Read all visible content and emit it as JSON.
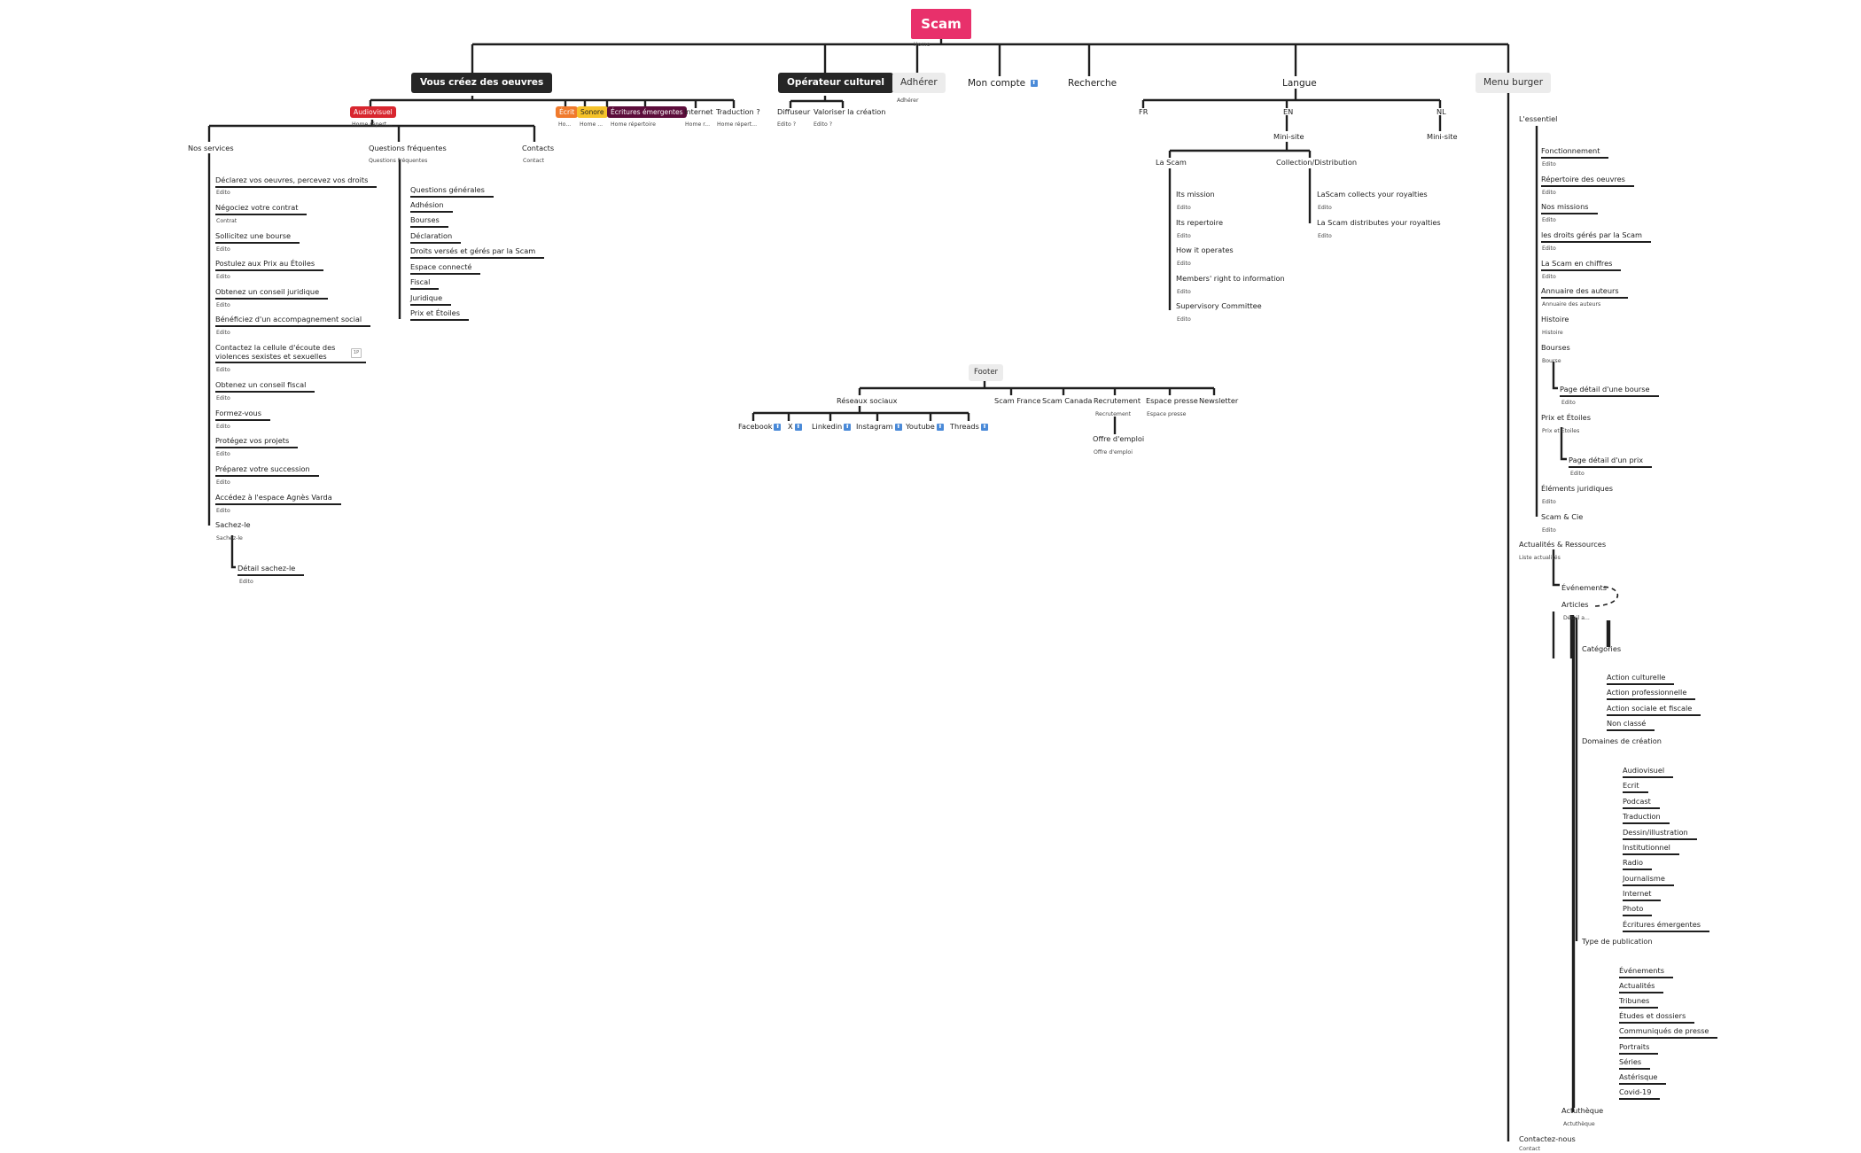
{
  "root": {
    "label": "Scam",
    "sub": "Home"
  },
  "top": {
    "vous": "Vous créez des oeuvres",
    "operateur": "Opérateur culturel",
    "adherer": "Adhérer",
    "adherer_sub": "Adhérer",
    "compte": "Mon compte",
    "recherche": "Recherche",
    "langue": "Langue",
    "burger": "Menu burger"
  },
  "ext_icon": "⬆",
  "vous": {
    "audiovisuel": "Audiovisuel",
    "audiovisuel_sub": "Home répert...",
    "ecrit": "Écrit",
    "ecrit_sub": "Ho...",
    "sonore": "Sonore",
    "sonore_sub": "Home ...",
    "emergentes": "Écritures émergentes",
    "emergentes_sub": "Home répertoire",
    "internet": "Internet",
    "internet_sub": "Home r...",
    "traduction": "Traduction ?",
    "traduction_sub": "Home répert...",
    "nos_services": "Nos services",
    "services": [
      {
        "label": "Déclarez vos oeuvres, percevez vos droits",
        "sub": "Edito"
      },
      {
        "label": "Négociez votre contrat",
        "sub": "Contrat"
      },
      {
        "label": "Sollicitez une bourse",
        "sub": "Edito"
      },
      {
        "label": "Postulez aux Prix au Étoiles",
        "sub": "Edito"
      },
      {
        "label": "Obtenez un conseil juridique",
        "sub": "Edito"
      },
      {
        "label": "Bénéficiez d'un accompagnement social",
        "sub": "Edito"
      },
      {
        "label": "Contactez la cellule d'écoute des violences sexistes et sexuelles",
        "sub": "Edito"
      },
      {
        "label": "Obtenez un conseil fiscal",
        "sub": "Edito"
      },
      {
        "label": "Formez-vous",
        "sub": "Edito"
      },
      {
        "label": "Protégez vos projets",
        "sub": "Edito"
      },
      {
        "label": "Préparez votre succession",
        "sub": "Edito"
      },
      {
        "label": "Accédez à l'espace Agnès Varda",
        "sub": "Edito"
      },
      {
        "label": "Sachez-le",
        "sub": "Sachez-le"
      }
    ],
    "badge": "1P",
    "detail_sachez": "Détail sachez-le",
    "detail_sachez_sub": "Edito",
    "questions": "Questions fréquentes",
    "questions_sub": "Questions fréquentes",
    "faq": [
      "Questions générales",
      "Adhésion",
      "Bourses",
      "Déclaration",
      "Droits versés et gérés par la Scam",
      "Espace connecté",
      "Fiscal",
      "Juridique",
      "Prix et Étoiles"
    ],
    "contacts": "Contacts",
    "contacts_sub": "Contact"
  },
  "operateur": {
    "diffuseur": "Diffuseur",
    "diffuseur_sub": "Edito ?",
    "valoriser": "Valoriser la création",
    "valoriser_sub": "Edito ?"
  },
  "langue": {
    "fr": "FR",
    "en": "EN",
    "nl": "NL",
    "minisite": "Mini-site",
    "minisite_nl": "Mini-site",
    "lascam": "La Scam",
    "lascam_items": [
      {
        "label": "Its mission",
        "sub": "Edito"
      },
      {
        "label": "Its repertoire",
        "sub": "Edito"
      },
      {
        "label": "How it operates",
        "sub": "Edito"
      },
      {
        "label": "Members' right to information",
        "sub": "Edito"
      },
      {
        "label": "Supervisory Committee",
        "sub": "Edito"
      }
    ],
    "collection": "Collection/Distribution",
    "collection_items": [
      {
        "label": "LaScam collects your royalties",
        "sub": "Edito"
      },
      {
        "label": "La Scam distributes your royalties",
        "sub": "Edito"
      }
    ]
  },
  "footer": {
    "label": "Footer",
    "reseaux": "Réseaux sociaux",
    "social": [
      "Facebook",
      "X",
      "Linkedin",
      "Instagram",
      "Youtube",
      "Threads"
    ],
    "scam_france": "Scam France",
    "scam_canada": "Scam Canada",
    "recrutement": "Recrutement",
    "recrutement_sub": "Recrutement",
    "offre": "Offre d'emploi",
    "offre_sub": "Offre d'emploi",
    "espace": "Espace presse",
    "espace_sub": "Espace presse",
    "newsletter": "Newsletter"
  },
  "burger": {
    "essentiel": "L'essentiel",
    "ess_items": [
      {
        "label": "Fonctionnement",
        "sub": "Edito"
      },
      {
        "label": "Répertoire des oeuvres",
        "sub": "Edito"
      },
      {
        "label": "Nos missions",
        "sub": "Edito"
      },
      {
        "label": "les droits gérés par la Scam",
        "sub": "Edito"
      },
      {
        "label": "La Scam en chiffres",
        "sub": "Edito"
      },
      {
        "label": "Annuaire des auteurs",
        "sub": "Annuaire des auteurs"
      },
      {
        "label": "Histoire",
        "sub": "Histoire"
      },
      {
        "label": "Bourses",
        "sub": "Bourse"
      }
    ],
    "detail_bourse": "Page détail d'une bourse",
    "detail_bourse_sub": "Edito",
    "prix": "Prix et Étoiles",
    "prix_sub": "Prix et Étoiles",
    "detail_prix": "Page détail d'un prix",
    "detail_prix_sub": "Edito",
    "juridiques": "Éléments juridiques",
    "juridiques_sub": "Edito",
    "cie": "Scam & Cie",
    "cie_sub": "Edito",
    "actus": "Actualités & Ressources",
    "actus_sub": "Liste actualités",
    "evenements": "Événements",
    "articles": "Articles",
    "articles_sub": "Détail a...",
    "categories": "Catégories",
    "cat_items": [
      "Action culturelle",
      "Action professionnelle",
      "Action sociale et fiscale",
      "Non classé"
    ],
    "domaines": "Domaines de création",
    "dom_items": [
      "Audiovisuel",
      "Ecrit",
      "Podcast",
      "Traduction",
      "Dessin/illustration",
      "Institutionnel",
      "Radio",
      "Journalisme",
      "Internet",
      "Photo",
      "Écritures émergentes"
    ],
    "type": "Type de publication",
    "type_items": [
      "Événements",
      "Actualités",
      "Tribunes",
      "Études et dossiers",
      "Communiqués de presse",
      "Portraits",
      "Séries",
      "Astérisque",
      "Covid-19"
    ],
    "actutheque": "Actuthèque",
    "actutheque_sub": "Actuthèque",
    "contactez": "Contactez-nous",
    "contactez_sub": "Contact"
  },
  "colors": {
    "root": "#e8306b",
    "dark": "#262626",
    "audiovisuel": "#d8262f",
    "ecrit": "#f07a2c",
    "sonore": "#f5c22a",
    "emergentes": "#5c0d3b",
    "ext": "#4a8ad8"
  }
}
